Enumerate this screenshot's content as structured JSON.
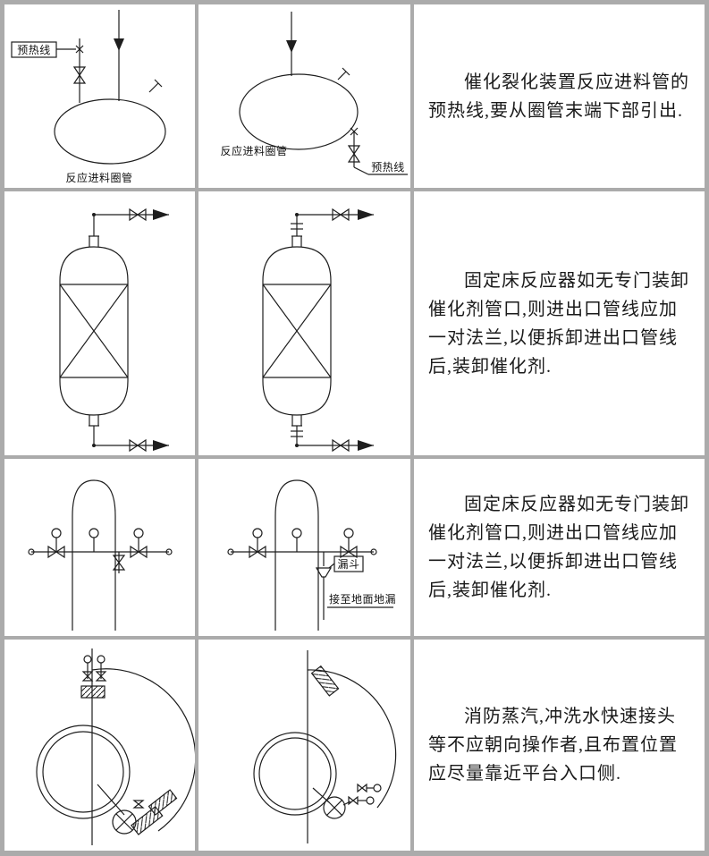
{
  "page": {
    "frame_color": "#ababab",
    "cell_background": "#ffffff",
    "ink_color": "#1e1e1e"
  },
  "diagram_labels": {
    "r1_left": {
      "preheat_line": "预热线",
      "coil_pipe": "反应进料圈管"
    },
    "r1_right": {
      "coil_pipe": "反应进料圈管",
      "preheat_line": "预热线"
    },
    "r3_right": {
      "funnel": "漏斗",
      "drain": "接至地面地漏"
    }
  },
  "notes": {
    "r1": "催化裂化装置反应进料管的预热线,要从圈管末端下部引出.",
    "r2": "固定床反应器如无专门装卸催化剂管口,则进出口管线应加一对法兰,以便拆卸进出口管线后,装卸催化剂.",
    "r3": "固定床反应器如无专门装卸催化剂管口,则进出口管线应加一对法兰,以便拆卸进出口管线后,装卸催化剂.",
    "r4": "消防蒸汽,冲洗水快速接头等不应朝向操作者,且布置位置应尽量靠近平台入口侧."
  }
}
